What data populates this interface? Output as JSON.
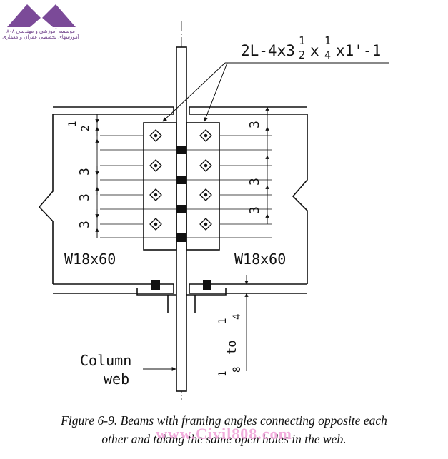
{
  "logo": {
    "line1": "موسسه آموزشی و مهندسی ۸۰۸",
    "line2": "آموزشهای تخصصی عمران و معماری"
  },
  "callout": {
    "main": "2L-4x3",
    "frac1_num": "1",
    "frac1_den": "2",
    "x_sep": "x",
    "frac2_num": "1",
    "frac2_den": "4",
    "tail": "x1'-1"
  },
  "beams": {
    "left": "W18x60",
    "right": "W18x60"
  },
  "left_dims": {
    "top_num": "1",
    "top_den": "2",
    "spacing_a": "3",
    "spacing_b": "3",
    "spacing_c": "3"
  },
  "right_dims": {
    "spacing_a": "3",
    "spacing_b": "3",
    "spacing_c": "3"
  },
  "gap_dim": {
    "num1": "1",
    "den1": "8",
    "to": "to",
    "num2": "1",
    "den2": "4"
  },
  "column_label": {
    "line1": "Column",
    "line2": "web"
  },
  "caption": {
    "line1": "Figure 6-9.  Beams with framing angles connecting opposite each",
    "line2": "other and taking the same open holes in the web."
  },
  "watermark": "www.Civil808.com"
}
